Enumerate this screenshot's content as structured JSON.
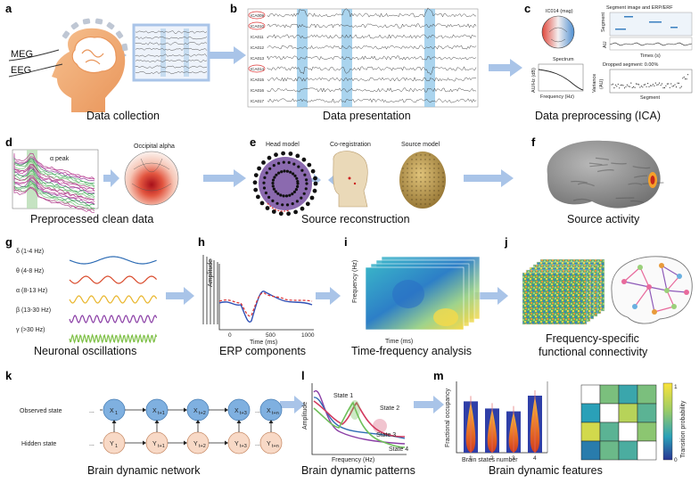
{
  "colors": {
    "arrow": "#a9c4e8",
    "highlight": "#8ec5e8",
    "head": "#f2b07a",
    "brain": "#e8833c"
  },
  "panels": {
    "a": {
      "letter": "a",
      "caption": "Data collection",
      "meg": "MEG",
      "eeg": "EEG"
    },
    "b": {
      "letter": "b",
      "caption": "Data presentation",
      "channels": [
        "ICA009",
        "ICA010",
        "ICA011",
        "ICA012",
        "ICA013",
        "ICA014",
        "ICA015",
        "ICA016",
        "ICA017"
      ],
      "highlighted": [
        "ICA009",
        "ICA010",
        "ICA014"
      ]
    },
    "c": {
      "letter": "c",
      "caption": "Data preprocessing (ICA)",
      "topo_title": "IC014 (mag)",
      "segment_title": "Segment image and ERP/ERF",
      "segment_ylabel": "Segment",
      "au": "AU",
      "times": "Times (s)",
      "spectrum_title": "Spectrum",
      "spectrum_ylabel": "AU/Hz (dB)",
      "spectrum_xlabel": "Frequency (Hz)",
      "dropped": "Dropped segment: 0.00%",
      "variance": "Variance",
      "variance_unit": "(AU)",
      "segment_xlabel": "Segment"
    },
    "d": {
      "letter": "d",
      "caption": "Preprocessed clean data",
      "alpha_peak": "α peak",
      "topo_title": "Occipital alpha"
    },
    "e": {
      "letter": "e",
      "caption": "Source reconstruction",
      "head_model": "Head model",
      "coreg": "Co-registration",
      "source_model": "Source model"
    },
    "f": {
      "letter": "f",
      "caption": "Source activity"
    },
    "g": {
      "letter": "g",
      "caption": "Neuronal oscillations",
      "bands": [
        {
          "label": "δ (1-4 Hz)",
          "color": "#2f6db5"
        },
        {
          "label": "θ (4-8 Hz)",
          "color": "#d94a2b"
        },
        {
          "label": "α (8-13 Hz)",
          "color": "#e9b52a"
        },
        {
          "label": "β (13-30 Hz)",
          "color": "#8b3fa6"
        },
        {
          "label": "γ (>30 Hz)",
          "color": "#7dbf45"
        }
      ]
    },
    "h": {
      "letter": "h",
      "caption": "ERP components",
      "ylabel": "Amplitude",
      "xlabel": "Time (ms)",
      "ticks": [
        "0",
        "500",
        "1000"
      ]
    },
    "i": {
      "letter": "i",
      "caption": "Time-frequency analysis",
      "ylabel": "Frequency (Hz)",
      "xlabel": "Time (ms)"
    },
    "j": {
      "letter": "j",
      "caption_line1": "Frequency-specific",
      "caption_line2": "functional connectivity"
    },
    "k": {
      "letter": "k",
      "caption": "Brain dynamic network",
      "observed": "Observed state",
      "hidden": "Hidden state",
      "ellipsis": "...",
      "x_nodes": [
        "X",
        "X",
        "X",
        "X",
        "X"
      ],
      "x_subs": [
        "1",
        "t+1",
        "t+2",
        "t+3",
        "t+n"
      ],
      "y_nodes": [
        "Y",
        "Y",
        "Y",
        "Y",
        "Y"
      ],
      "y_subs": [
        "1",
        "t+1",
        "t+2",
        "t+3",
        "t+n"
      ]
    },
    "l": {
      "letter": "l",
      "caption": "Brain dynamic patterns",
      "ylabel": "Amplitude",
      "xlabel": "Frequency (Hz)",
      "states": [
        "State 1",
        "State 2",
        "State 3",
        "State 4"
      ]
    },
    "m": {
      "letter": "m",
      "caption": "Brain dynamic features",
      "ylabel": "Fractional occupancy",
      "xlabel": "Brain states number",
      "categories": [
        "1",
        "2",
        "3",
        "4"
      ],
      "occupancy": [
        0.72,
        0.62,
        0.58,
        0.8
      ],
      "colorbar_label": "Transition probability",
      "cb_max": "1",
      "cb_min": "0",
      "transition_matrix": [
        [
          null,
          0.55,
          0.35,
          0.55
        ],
        [
          0.3,
          null,
          0.75,
          0.45
        ],
        [
          0.85,
          0.45,
          null,
          0.6
        ],
        [
          0.2,
          0.5,
          0.4,
          null
        ]
      ]
    }
  }
}
